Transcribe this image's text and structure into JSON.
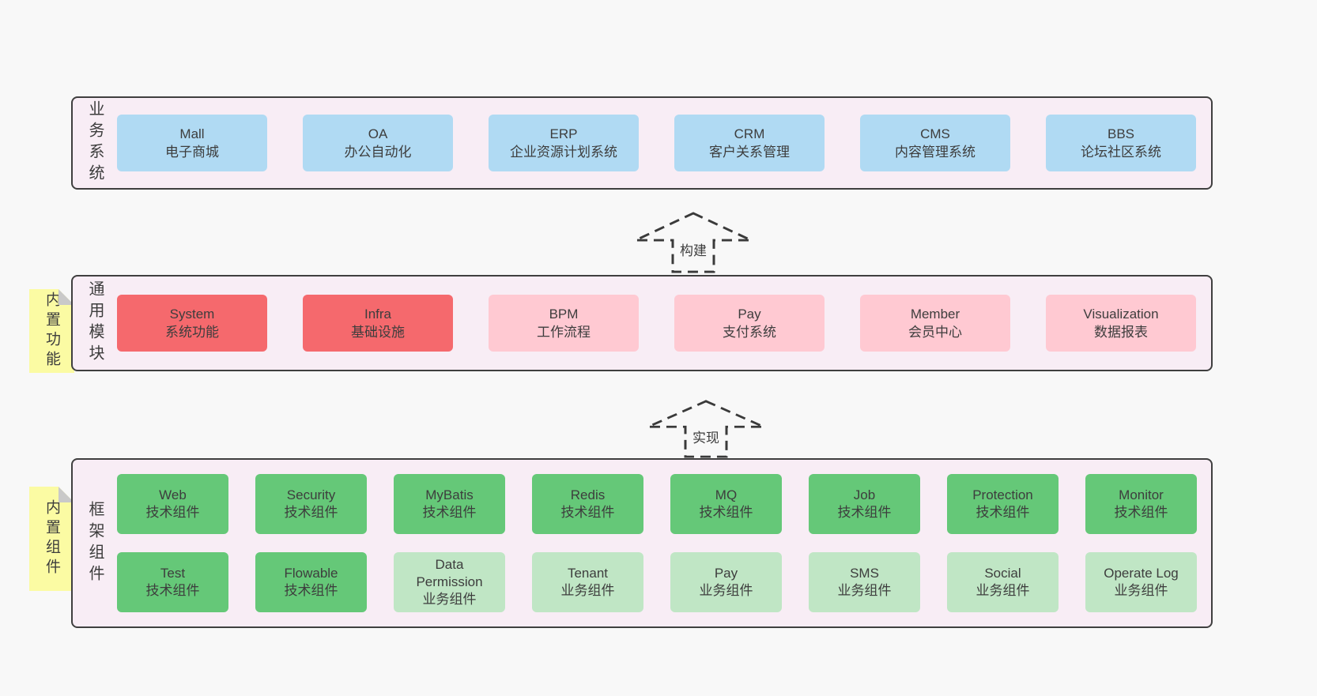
{
  "diagram": {
    "sections": [
      {
        "id": "business-systems",
        "label": "业务系统",
        "rows": [
          [
            {
              "title": "Mall",
              "subtitle": "电子商城",
              "variant": "blue"
            },
            {
              "title": "OA",
              "subtitle": "办公自动化",
              "variant": "blue"
            },
            {
              "title": "ERP",
              "subtitle": "企业资源计划系统",
              "variant": "blue"
            },
            {
              "title": "CRM",
              "subtitle": "客户关系管理",
              "variant": "blue"
            },
            {
              "title": "CMS",
              "subtitle": "内容管理系统",
              "variant": "blue"
            },
            {
              "title": "BBS",
              "subtitle": "论坛社区系统",
              "variant": "blue"
            }
          ]
        ]
      },
      {
        "id": "common-modules",
        "label": "通用模块",
        "tag": "内置功能",
        "rows": [
          [
            {
              "title": "System",
              "subtitle": "系统功能",
              "variant": "red"
            },
            {
              "title": "Infra",
              "subtitle": "基础设施",
              "variant": "red"
            },
            {
              "title": "BPM",
              "subtitle": "工作流程",
              "variant": "pink"
            },
            {
              "title": "Pay",
              "subtitle": "支付系统",
              "variant": "pink"
            },
            {
              "title": "Member",
              "subtitle": "会员中心",
              "variant": "pink"
            },
            {
              "title": "Visualization",
              "subtitle": "数据报表",
              "variant": "pink"
            }
          ]
        ]
      },
      {
        "id": "framework-components",
        "label": "框架组件",
        "tag": "内置组件",
        "rows": [
          [
            {
              "title": "Web",
              "subtitle": "技术组件",
              "variant": "green"
            },
            {
              "title": "Security",
              "subtitle": "技术组件",
              "variant": "green"
            },
            {
              "title": "MyBatis",
              "subtitle": "技术组件",
              "variant": "green"
            },
            {
              "title": "Redis",
              "subtitle": "技术组件",
              "variant": "green"
            },
            {
              "title": "MQ",
              "subtitle": "技术组件",
              "variant": "green"
            },
            {
              "title": "Job",
              "subtitle": "技术组件",
              "variant": "green"
            },
            {
              "title": "Protection",
              "subtitle": "技术组件",
              "variant": "green"
            },
            {
              "title": "Monitor",
              "subtitle": "技术组件",
              "variant": "green"
            }
          ],
          [
            {
              "title": "Test",
              "subtitle": "技术组件",
              "variant": "green"
            },
            {
              "title": "Flowable",
              "subtitle": "技术组件",
              "variant": "green"
            },
            {
              "title": "Data Permission",
              "subtitle": "业务组件",
              "variant": "green-light"
            },
            {
              "title": "Tenant",
              "subtitle": "业务组件",
              "variant": "green-light"
            },
            {
              "title": "Pay",
              "subtitle": "业务组件",
              "variant": "green-light"
            },
            {
              "title": "SMS",
              "subtitle": "业务组件",
              "variant": "green-light"
            },
            {
              "title": "Social",
              "subtitle": "业务组件",
              "variant": "green-light"
            },
            {
              "title": "Operate Log",
              "subtitle": "业务组件",
              "variant": "green-light"
            }
          ]
        ]
      }
    ],
    "arrows": [
      {
        "id": "build",
        "label": "构建"
      },
      {
        "id": "implement",
        "label": "实现"
      }
    ]
  },
  "colors": {
    "page_bg": "#f8f8f8",
    "panel_bg": "#f8edf5",
    "panel_border": "#3f3f3f",
    "arrow_stroke": "#3a3a3a",
    "text": "#3d3d3d",
    "blue": "#b0daf3",
    "red": "#f5696d",
    "pink": "#ffc9d2",
    "green": "#65c878",
    "light_green": "#c0e6c5",
    "yellow": "#fbfba3",
    "fold_gray": "#c9c9c9"
  }
}
